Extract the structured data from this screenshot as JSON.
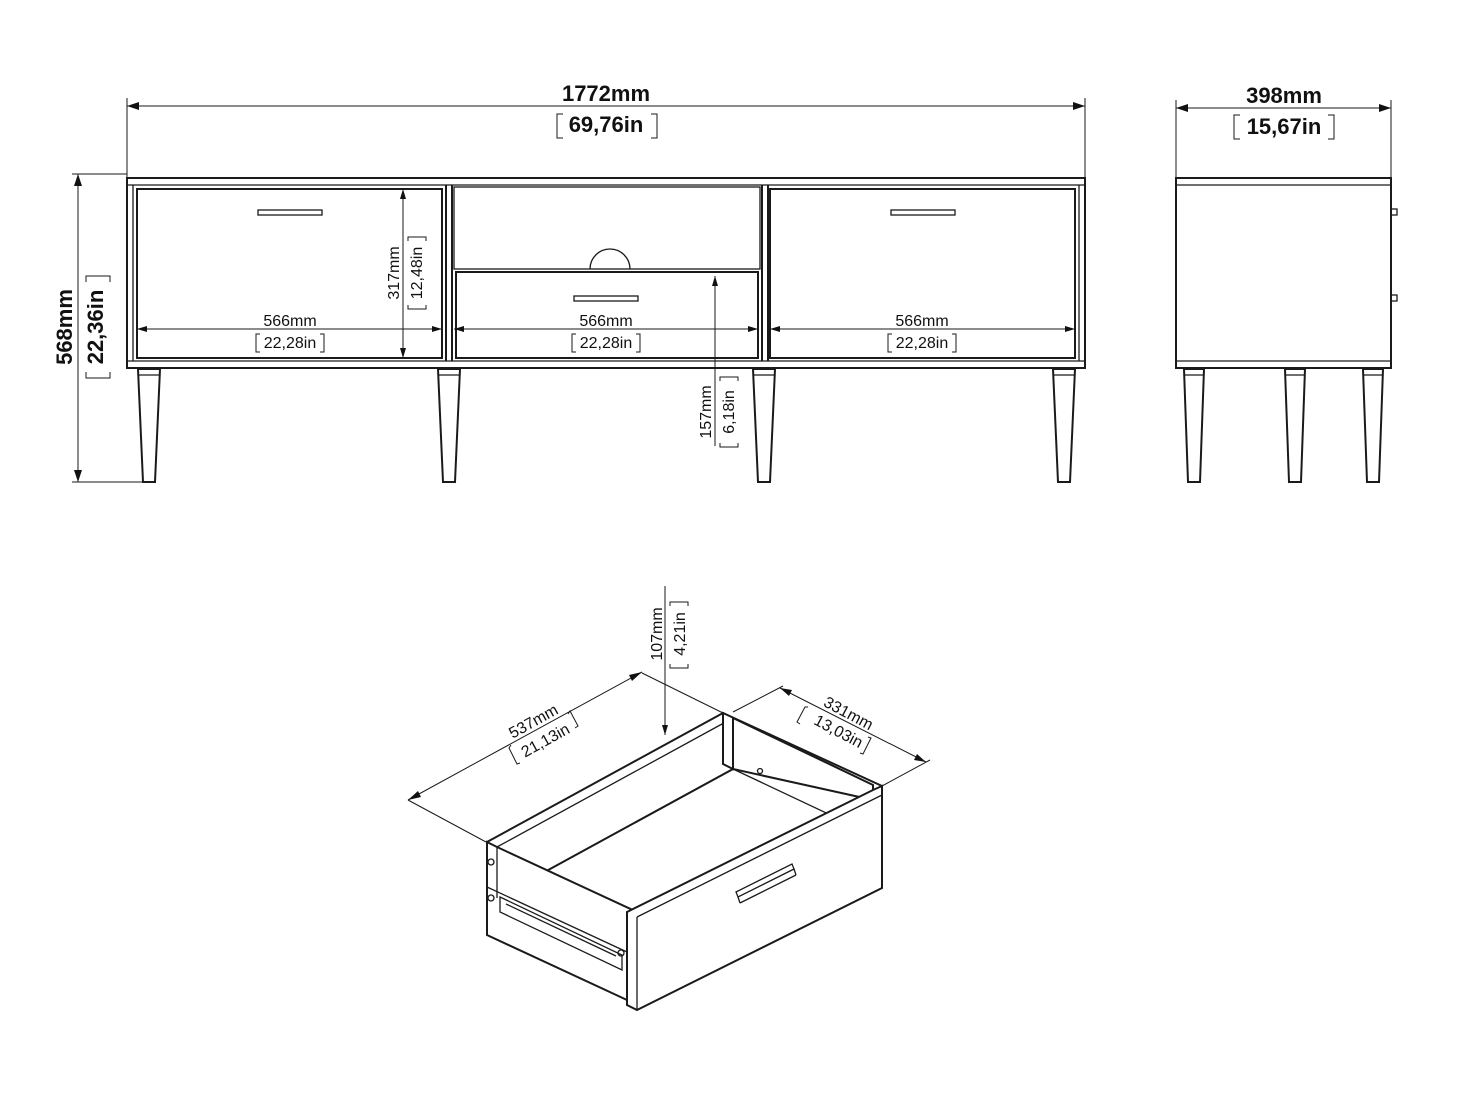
{
  "front_view": {
    "overall_width_mm": "1772mm",
    "overall_width_in": "69,76in",
    "overall_height_mm": "568mm",
    "overall_height_in": "22,36in",
    "left_drawer_width_mm": "566mm",
    "left_drawer_width_in": "22,28in",
    "middle_width_mm": "566mm",
    "middle_width_in": "22,28in",
    "right_drawer_width_mm": "566mm",
    "right_drawer_width_in": "22,28in",
    "drawer_height_mm": "317mm",
    "drawer_height_in": "12,48in",
    "leg_height_mm": "157mm",
    "leg_height_in": "6,18in"
  },
  "side_view": {
    "depth_mm": "398mm",
    "depth_in": "15,67in"
  },
  "drawer_view": {
    "length_mm": "537mm",
    "length_in": "21,13in",
    "width_mm": "331mm",
    "width_in": "13,03in",
    "height_mm": "107mm",
    "height_in": "4,21in"
  }
}
